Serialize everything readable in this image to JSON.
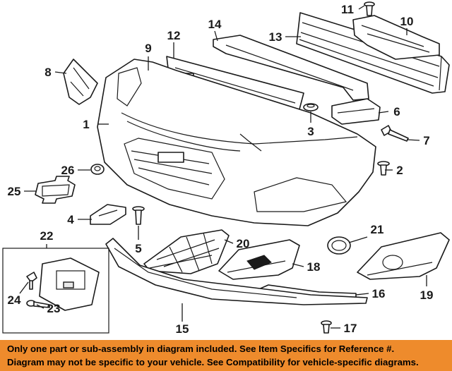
{
  "diagram": {
    "callouts": [
      {
        "number": "1",
        "part": "bumper-cover"
      },
      {
        "number": "2",
        "part": "push-pin"
      },
      {
        "number": "3",
        "part": "retainer"
      },
      {
        "number": "4",
        "part": "bracket"
      },
      {
        "number": "5",
        "part": "push-pin"
      },
      {
        "number": "6",
        "part": "side-bracket"
      },
      {
        "number": "7",
        "part": "bolt"
      },
      {
        "number": "8",
        "part": "bracket"
      },
      {
        "number": "9",
        "part": "push-pin"
      },
      {
        "number": "10",
        "part": "absorber"
      },
      {
        "number": "11",
        "part": "bolt"
      },
      {
        "number": "12",
        "part": "upper-grille-frame"
      },
      {
        "number": "13",
        "part": "reinforcement-bar"
      },
      {
        "number": "14",
        "part": "support-bracket"
      },
      {
        "number": "15",
        "part": "lower-valance"
      },
      {
        "number": "16",
        "part": "molding"
      },
      {
        "number": "17",
        "part": "bolt"
      },
      {
        "number": "18",
        "part": "fog-lamp-bezel"
      },
      {
        "number": "19",
        "part": "fog-lamp-bezel"
      },
      {
        "number": "20",
        "part": "lower-grille"
      },
      {
        "number": "21",
        "part": "fog-lamp-ring"
      },
      {
        "number": "22",
        "part": "license-bracket-kit"
      },
      {
        "number": "23",
        "part": "bolt"
      },
      {
        "number": "24",
        "part": "nut"
      },
      {
        "number": "25",
        "part": "emblem"
      },
      {
        "number": "26",
        "part": "retainer"
      }
    ]
  },
  "footer": {
    "line1": "Only one part or sub-assembly in diagram included. See Item Specifics for Reference #.",
    "line2": "Diagram may not be specific to your vehicle. See Compatibility for vehicle-specific diagrams.",
    "background_color": "#ee8b2c"
  }
}
